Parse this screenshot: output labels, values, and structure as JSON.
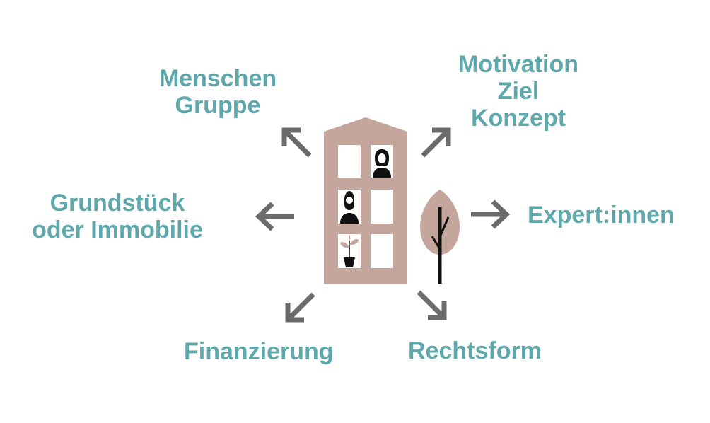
{
  "colors": {
    "label": "#5ea8ac",
    "arrow": "#6b6b6b",
    "building": "#c4a69c",
    "window": "#ffffff",
    "figure": "#111111",
    "tree_crown": "#c4a69c",
    "tree_trunk": "#111111"
  },
  "icons": [
    "building-icon",
    "woman-icon",
    "man-icon",
    "plant-icon",
    "tree-icon",
    "arrow-icon"
  ],
  "labels": {
    "people": [
      "Menschen",
      "Gruppe"
    ],
    "motivation": [
      "Motivation",
      "Ziel",
      "Konzept"
    ],
    "land": [
      "Grundstück",
      "oder Immobilie"
    ],
    "experts": "Expert:innen",
    "financing": "Finanzierung",
    "legal": "Rechtsform"
  }
}
